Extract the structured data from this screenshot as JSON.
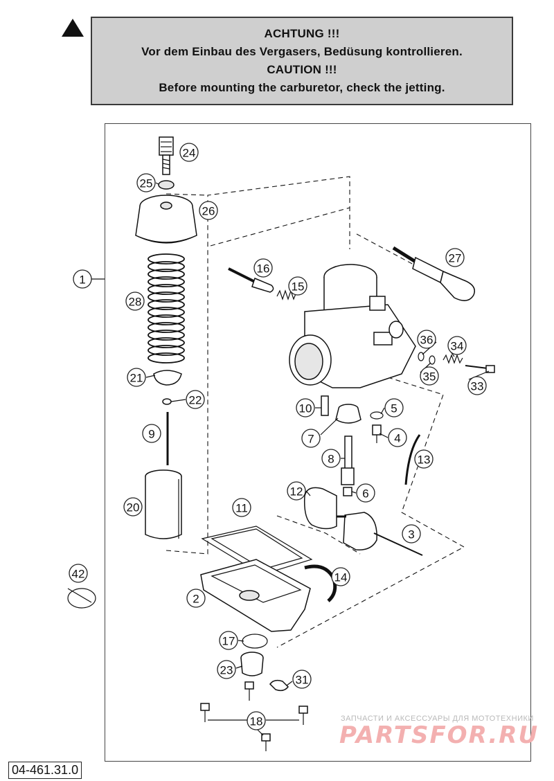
{
  "warning": {
    "line1": "ACHTUNG !!!",
    "line2": "Vor dem Einbau des Vergasers, Bedüsung kontrollieren.",
    "line3": "CAUTION !!!",
    "line4": "Before mounting the carburetor, check the jetting."
  },
  "part_labels": [
    "1",
    "2",
    "3",
    "4",
    "5",
    "6",
    "7",
    "8",
    "9",
    "10",
    "11",
    "12",
    "13",
    "14",
    "15",
    "16",
    "17",
    "18",
    "20",
    "21",
    "22",
    "23",
    "24",
    "25",
    "26",
    "27",
    "28",
    "31",
    "33",
    "34",
    "35",
    "36",
    "42"
  ],
  "diagram_code": "04-461.31.0",
  "watermark": {
    "subtitle": "ЗАПЧАСТИ И АКСЕССУАРЫ ДЛЯ МОТОТЕХНИКИ",
    "brand": "PARTSFOR.RU"
  }
}
